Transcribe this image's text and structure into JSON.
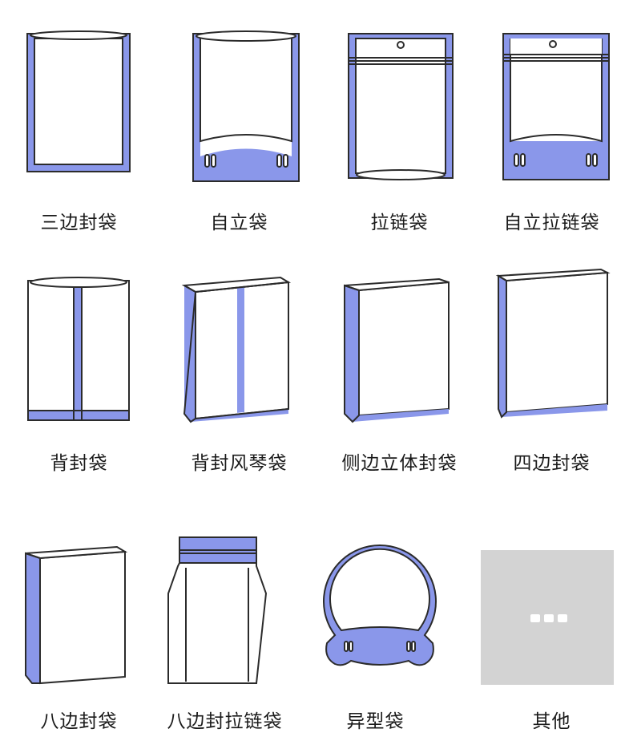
{
  "colors": {
    "accent": "#8a97ea",
    "outline": "#2b2b2b",
    "placeholder": "#d3d3d3"
  },
  "bags": [
    {
      "label": "三边封袋",
      "icon": "three-side-seal-bag-icon"
    },
    {
      "label": "自立袋",
      "icon": "stand-up-pouch-icon"
    },
    {
      "label": "拉链袋",
      "icon": "zipper-bag-icon"
    },
    {
      "label": "自立拉链袋",
      "icon": "stand-up-zipper-pouch-icon"
    },
    {
      "label": "背封袋",
      "icon": "back-seal-bag-icon"
    },
    {
      "label": "背封风琴袋",
      "icon": "back-seal-gusset-bag-icon"
    },
    {
      "label": "侧边立体封袋",
      "icon": "side-gusset-bag-icon"
    },
    {
      "label": "四边封袋",
      "icon": "four-side-seal-bag-icon"
    },
    {
      "label": "八边封袋",
      "icon": "eight-side-seal-bag-icon"
    },
    {
      "label": "八边封拉链袋",
      "icon": "eight-side-seal-zipper-bag-icon"
    },
    {
      "label": "异型袋",
      "icon": "shaped-bag-icon"
    },
    {
      "label": "其他",
      "icon": "more-icon"
    }
  ]
}
